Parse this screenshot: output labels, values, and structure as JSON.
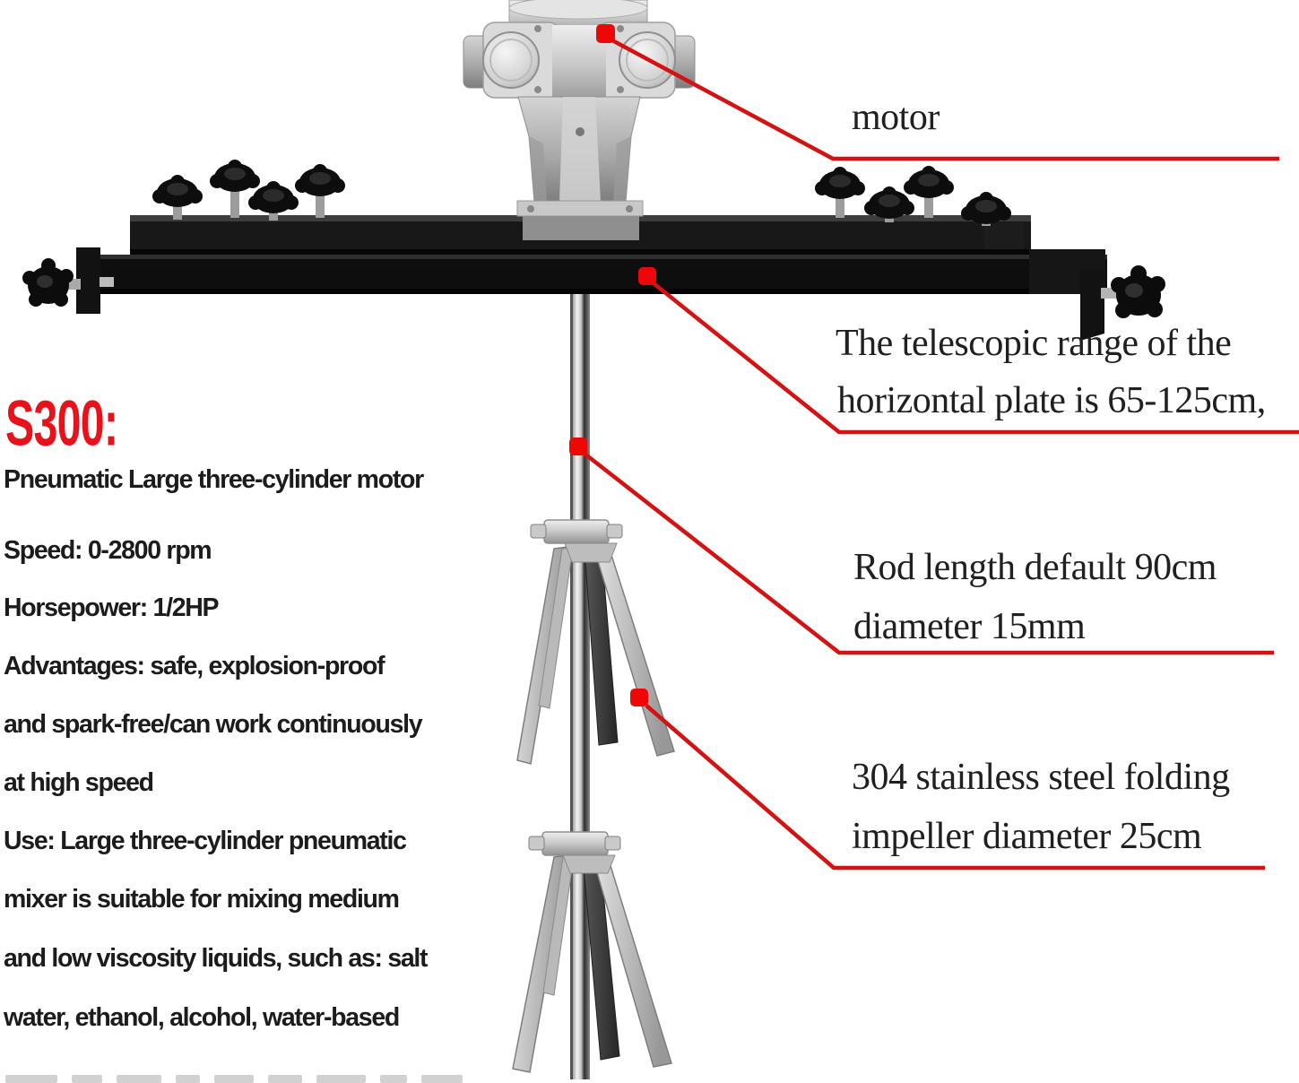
{
  "product_info": {
    "model": "S300:",
    "lines": [
      "Pneumatic Large three-cylinder motor",
      "Speed: 0-2800 rpm",
      "Horsepower: 1/2HP",
      "Advantages: safe, explosion-proof",
      "and spark-free/can work continuously",
      "at high speed",
      "Use: Large three-cylinder pneumatic",
      "mixer is suitable for mixing medium",
      "and low viscosity liquids, such as: salt",
      "water, ethanol, alcohol, water-based"
    ]
  },
  "callouts": {
    "motor": {
      "label": "motor"
    },
    "telescopic_plate": {
      "line1": "The telescopic range of the",
      "line2": "horizontal plate is 65-125cm,"
    },
    "rod": {
      "line1": "Rod length default 90cm",
      "line2": "diameter 15mm"
    },
    "impeller": {
      "line1": "304 stainless steel folding",
      "line2": "impeller diameter 25cm"
    }
  },
  "colors": {
    "callout_line_red": "#d51212",
    "marker_red": "#ee0707",
    "model_red": "#e8131a",
    "body_text": "#1c1c1c",
    "annotation_text": "#202020",
    "bar_black": "#121212"
  }
}
